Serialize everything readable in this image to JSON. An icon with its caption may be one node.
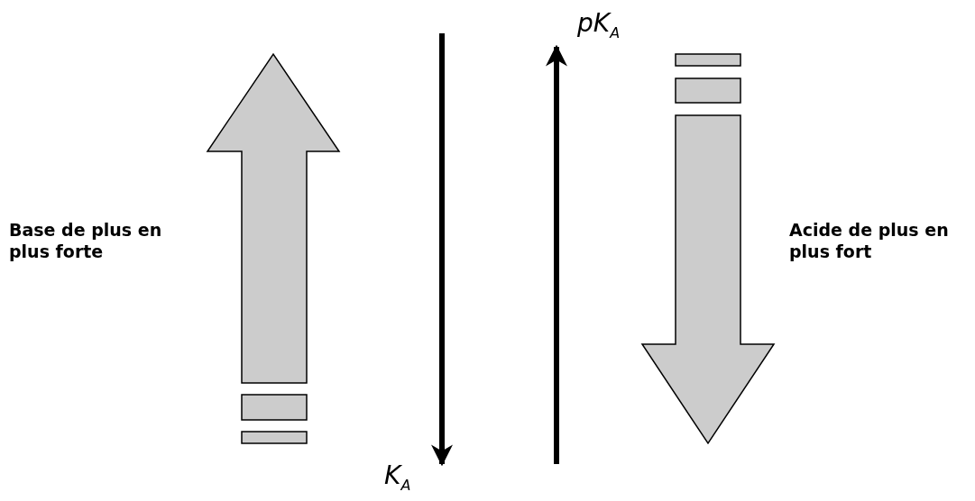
{
  "diagram": {
    "labels": [
      "Base de plus en plus forte",
      "Acide de plus en plus fort",
      "pK$_{A}$",
      "K$_{A}$"
    ]
  }
}
